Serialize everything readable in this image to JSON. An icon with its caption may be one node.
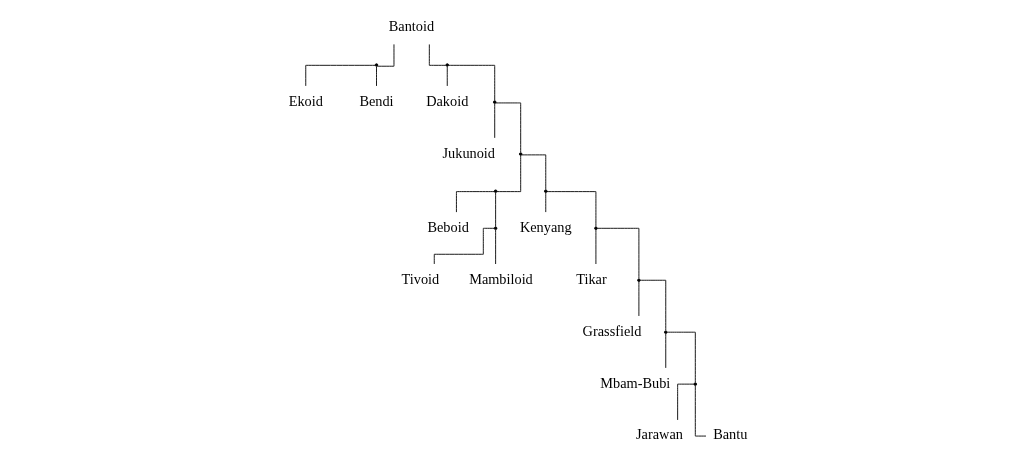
{
  "diagram": {
    "nodes": [
      {
        "text": [
          "Bantoid"
        ]
      },
      {
        "text": [],
        "shape": "bracket"
      },
      {
        "text": [],
        "shape": "bracket"
      },
      {
        "text": [
          "Ekoid"
        ]
      },
      {
        "text": [
          "Bendi"
        ]
      },
      {
        "text": [
          "Dakoid"
        ]
      },
      {
        "text": [],
        "shape": "bracket"
      },
      {
        "text": [
          "Jukunoid"
        ]
      },
      {
        "text": [],
        "shape": "bracket"
      },
      {
        "text": [],
        "shape": "bracket"
      },
      {
        "text": [],
        "shape": "bracket"
      },
      {
        "text": [
          "Beboid"
        ]
      },
      {
        "text": [
          "Kenyang"
        ]
      },
      {
        "text": [],
        "shape": "bracket"
      },
      {
        "text": [],
        "shape": "bracket"
      },
      {
        "text": [
          "Tivoid"
        ]
      },
      {
        "text": [
          "Mambiloid"
        ]
      },
      {
        "text": [
          "Tikar"
        ]
      },
      {
        "text": [],
        "shape": "bracket"
      },
      {
        "text": [
          "Grassfield"
        ]
      },
      {
        "text": [],
        "shape": "bracket"
      },
      {
        "text": [
          "Mbam-Bubi"
        ]
      },
      {
        "text": [],
        "shape": "bracket"
      },
      {
        "text": [
          "Jarawan"
        ]
      },
      {
        "text": [
          "Bantu"
        ]
      }
    ],
    "edges": [
      {
        "from": 0,
        "to": 1,
        "arrow": "none"
      },
      {
        "from": 0,
        "to": 2,
        "arrow": "none"
      },
      {
        "from": 1,
        "to": 3,
        "arrow": "none"
      },
      {
        "from": 1,
        "to": 4,
        "arrow": "none"
      },
      {
        "from": 2,
        "to": 5,
        "arrow": "none"
      },
      {
        "from": 2,
        "to": 6,
        "arrow": "none"
      },
      {
        "from": 6,
        "to": 7,
        "arrow": "none"
      },
      {
        "from": 6,
        "to": 8,
        "arrow": "none"
      },
      {
        "from": 8,
        "to": 9,
        "arrow": "none"
      },
      {
        "from": 8,
        "to": 10,
        "arrow": "none"
      },
      {
        "from": 9,
        "to": 13,
        "arrow": "none"
      },
      {
        "from": 9,
        "to": 11,
        "arrow": "none"
      },
      {
        "from": 10,
        "to": 12,
        "arrow": "none"
      },
      {
        "from": 10,
        "to": 14,
        "arrow": "none"
      },
      {
        "from": 13,
        "to": 15,
        "arrow": "none"
      },
      {
        "from": 13,
        "to": 16,
        "arrow": "none"
      },
      {
        "from": 14,
        "to": 17,
        "arrow": "none"
      },
      {
        "from": 14,
        "to": 18,
        "arrow": "none"
      },
      {
        "from": 18,
        "to": 19,
        "arrow": "none"
      },
      {
        "from": 18,
        "to": 20,
        "arrow": "none"
      },
      {
        "from": 20,
        "to": 21,
        "arrow": "none"
      },
      {
        "from": 20,
        "to": 22,
        "arrow": "none"
      },
      {
        "from": 22,
        "to": 23,
        "arrow": "none"
      },
      {
        "from": 22,
        "to": 24,
        "arrow": "none"
      }
    ]
  }
}
